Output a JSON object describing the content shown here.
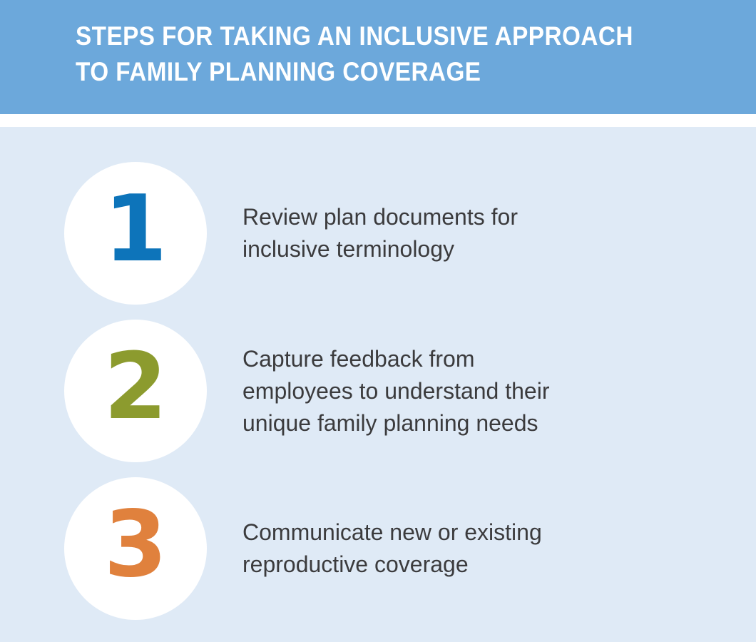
{
  "header": {
    "title_line1": "STEPS FOR TAKING AN INCLUSIVE APPROACH",
    "title_line2": "TO FAMILY PLANNING COVERAGE",
    "background": "#6CA8DB",
    "text_color": "#FFFFFF"
  },
  "body": {
    "background": "#DFEAF6",
    "text_color": "#3B3B3D",
    "circle_color": "#FFFFFF"
  },
  "steps": [
    {
      "number": "1",
      "color": "#0D74BA",
      "lines": [
        "Review plan documents for",
        "inclusive terminology"
      ]
    },
    {
      "number": "2",
      "color": "#8C9B2E",
      "lines": [
        "Capture feedback from",
        "employees to understand their",
        "unique family planning needs"
      ]
    },
    {
      "number": "3",
      "color": "#E0813D",
      "lines": [
        "Communicate new or existing",
        "reproductive coverage"
      ]
    }
  ]
}
